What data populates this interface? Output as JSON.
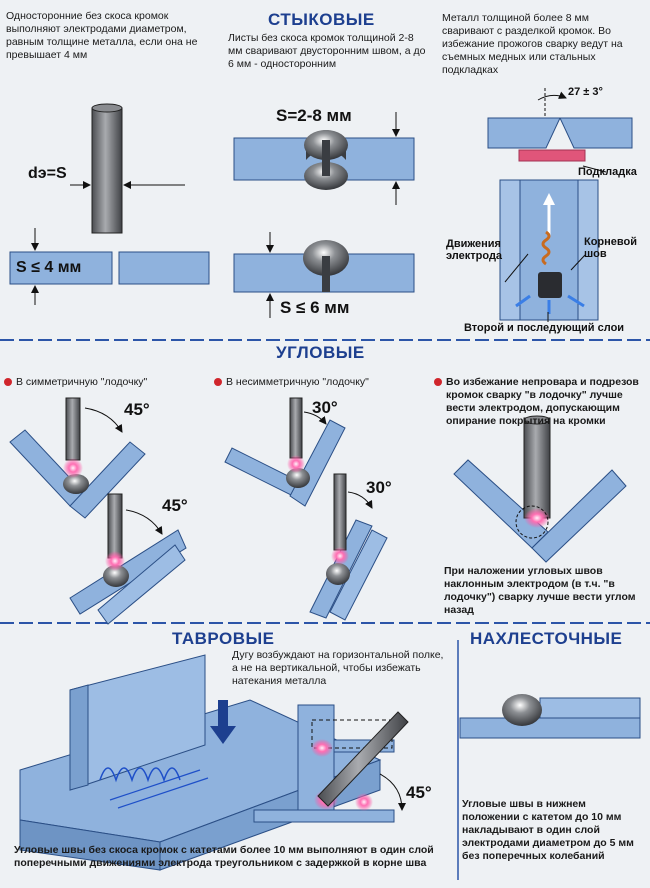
{
  "headings": {
    "butt": "СТЫКОВЫЕ",
    "fillet": "УГЛОВЫЕ",
    "tee": "ТАВРОВЫЕ",
    "lap": "НАХЛЕСТОЧНЫЕ"
  },
  "butt": {
    "left_note": "Односторонние без скоса кромок выполняют электродами диаметром, равным толщине металла, если она не превышает 4 мм",
    "electrode_label": "dэ=S",
    "left_gap_label": "S ≤ 4 мм",
    "center_note": "Листы без скоса кромок толщиной 2-8 мм сваривают двусторонним швом, а до 6 мм - односторонним",
    "s_top_label": "S=2-8 мм",
    "s_bottom_label": "S ≤ 6 мм",
    "right_note": "Металл толщиной более 8 мм сваривают с разделкой кромок. Во избежание прожогов сварку ведут на съемных медных или стальных подкладках",
    "angle_label": "27 ± 3°",
    "backing_label": "Подкладка",
    "electrode_motion_label": "Движения электрода",
    "root_label": "Корневой шов",
    "layers_label": "Второй и последующий слои"
  },
  "fillet": {
    "sym_label": "В симметричную \"лодочку\"",
    "sym_angle_1": "45°",
    "sym_angle_2": "45°",
    "asym_label": "В несимметричную \"лодочку\"",
    "asym_angle_1": "30°",
    "asym_angle_2": "30°",
    "right_note": "Во избежание непровара и подрезов кромок сварку \"в лодочку\" лучше вести электродом, допускающим опирание покрытия на кромки",
    "bottom_note": "При наложении угловых швов наклонным электродом (в т.ч. \"в лодочку\") сварку лучше вести углом назад"
  },
  "tee": {
    "note": "Дугу возбуждают на горизонтальной полке, а не на вертикальной, чтобы избежать натекания металла",
    "angle_label": "45°",
    "bottom_note": "Угловые швы без скоса кромок с катетами более 10 мм выполняют в один слой поперечными движениями электрода треугольником с задержкой в корне шва"
  },
  "lap": {
    "note": "Угловые швы в нижнем положении с катетом до 10 мм накладывают в один слой электродами диаметром до 5 мм без поперечных колебаний"
  },
  "colors": {
    "heading": "#1d3f8f",
    "plate": "#8fb2dd",
    "plate_edge": "#2b4f86",
    "electrode": "#6c6e72",
    "arc": "#ff4fa0",
    "bullet": "#d0262c",
    "backing": "#e0557a",
    "divider": "#2c55a8"
  }
}
